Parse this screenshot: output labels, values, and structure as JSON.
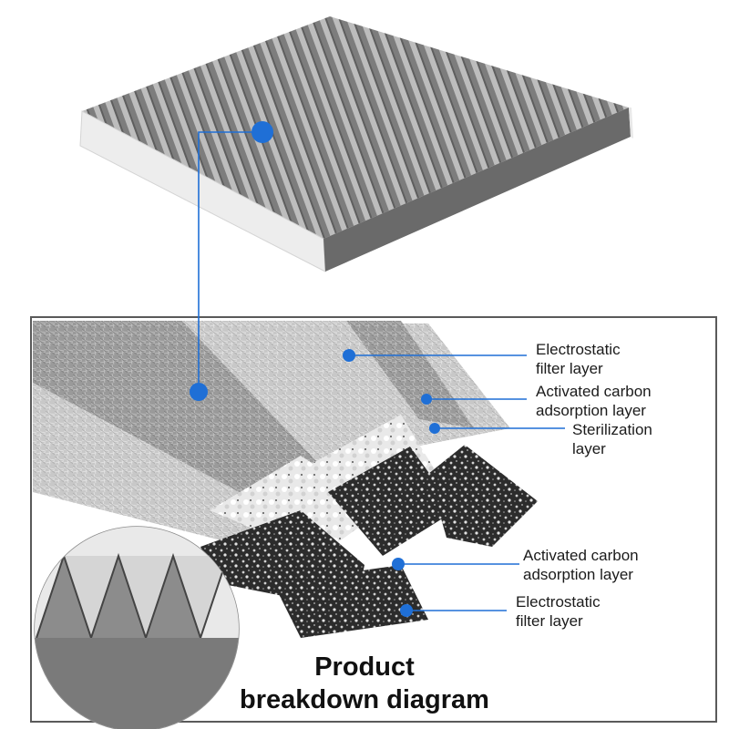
{
  "labels": {
    "electrostatic_top": [
      "Electrostatic",
      "filter layer"
    ],
    "carbon_top": [
      "Activated carbon",
      "adsorption layer"
    ],
    "sterilization": [
      "Sterilization",
      "layer"
    ],
    "carbon_bottom": [
      "Activated carbon",
      "adsorption layer"
    ],
    "electrostatic_bottom": [
      "Electrostatic",
      "filter layer"
    ]
  },
  "title": [
    "Product",
    "breakdown diagram"
  ],
  "colors": {
    "accent": "#1f6fd6",
    "frame": "#5a5a5a",
    "filter_edge": "#ededed",
    "media_grey": "#8e8e8e",
    "carbon": "#2b2b2b"
  }
}
